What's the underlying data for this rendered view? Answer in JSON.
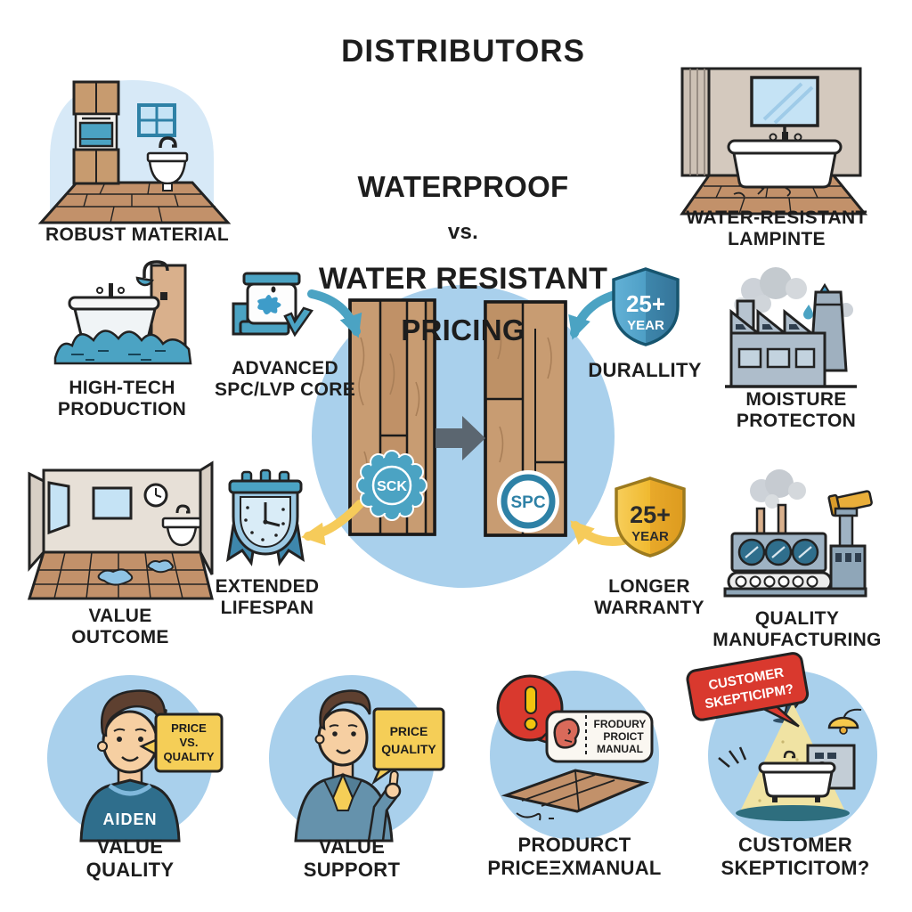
{
  "title": "DISTRIBUTORS",
  "heading": {
    "line1": "WATERPROOF",
    "line2": "vs.",
    "line3": "WATER RESISTANT",
    "line4": "PRICING"
  },
  "captions": {
    "robust_material": "ROBUST MATERIAL",
    "water_resistant_laminate": "WATER-RESISTANT\nLAMPINTE",
    "high_tech_production": "HIGH-TECH\nPRODUCTION",
    "advanced_core": "ADVANCED\nSPC/LVP CORE",
    "durability": "DURALLITY",
    "moisture_protection": "MOISTURE\nPROTECTON",
    "value_outcome": "VALUE\nOUTCOME",
    "extended_lifespan": "EXTENDED\nLIFESPAN",
    "longer_warranty": "LONGER\nWARRANTY",
    "quality_manufacturing": "QUALITY\nMANUFACTURING",
    "value_quality": "VALUE\nQUALITY",
    "value_support": "VALUE\nSUPPORT",
    "product_price_manual": "PRODURCT\nPRICEΞXMANUAL",
    "customer_skepticism": "CUSTOMER\nSKEPTICITOM?"
  },
  "badges": {
    "year_shield": {
      "line1": "25+",
      "line2": "YEAR"
    },
    "sck": "SCK",
    "spc": "SPC"
  },
  "speech": {
    "price_vs_quality": {
      "line1": "PRICE",
      "line2": "VS.",
      "line3": "QUALITY"
    },
    "price_quality": {
      "line1": "PRICE",
      "line2": "QUALITY"
    },
    "shirt_name": "AIDEN",
    "product_tag": {
      "line1": "FRODURY",
      "line2": "PROICT",
      "line3": "MANUAL"
    },
    "customer_bubble": {
      "line1": "CUSTOMER",
      "line2": "SKEPTICIPM?"
    }
  },
  "colors": {
    "circle_blue": "#A9D0EC",
    "soft_blue_bg": "#D7E9F7",
    "wood": "#C2916A",
    "accent_blue": "#4BA3C3",
    "arrow_gray": "#5B6670",
    "arrow_yellow": "#F6CB5A",
    "shield_blue": "#3E87AC",
    "shield_gold": "#F0B92F",
    "alert_red": "#D9392E",
    "sign_yellow": "#F5CE57",
    "text_dark": "#1d1d1d"
  }
}
